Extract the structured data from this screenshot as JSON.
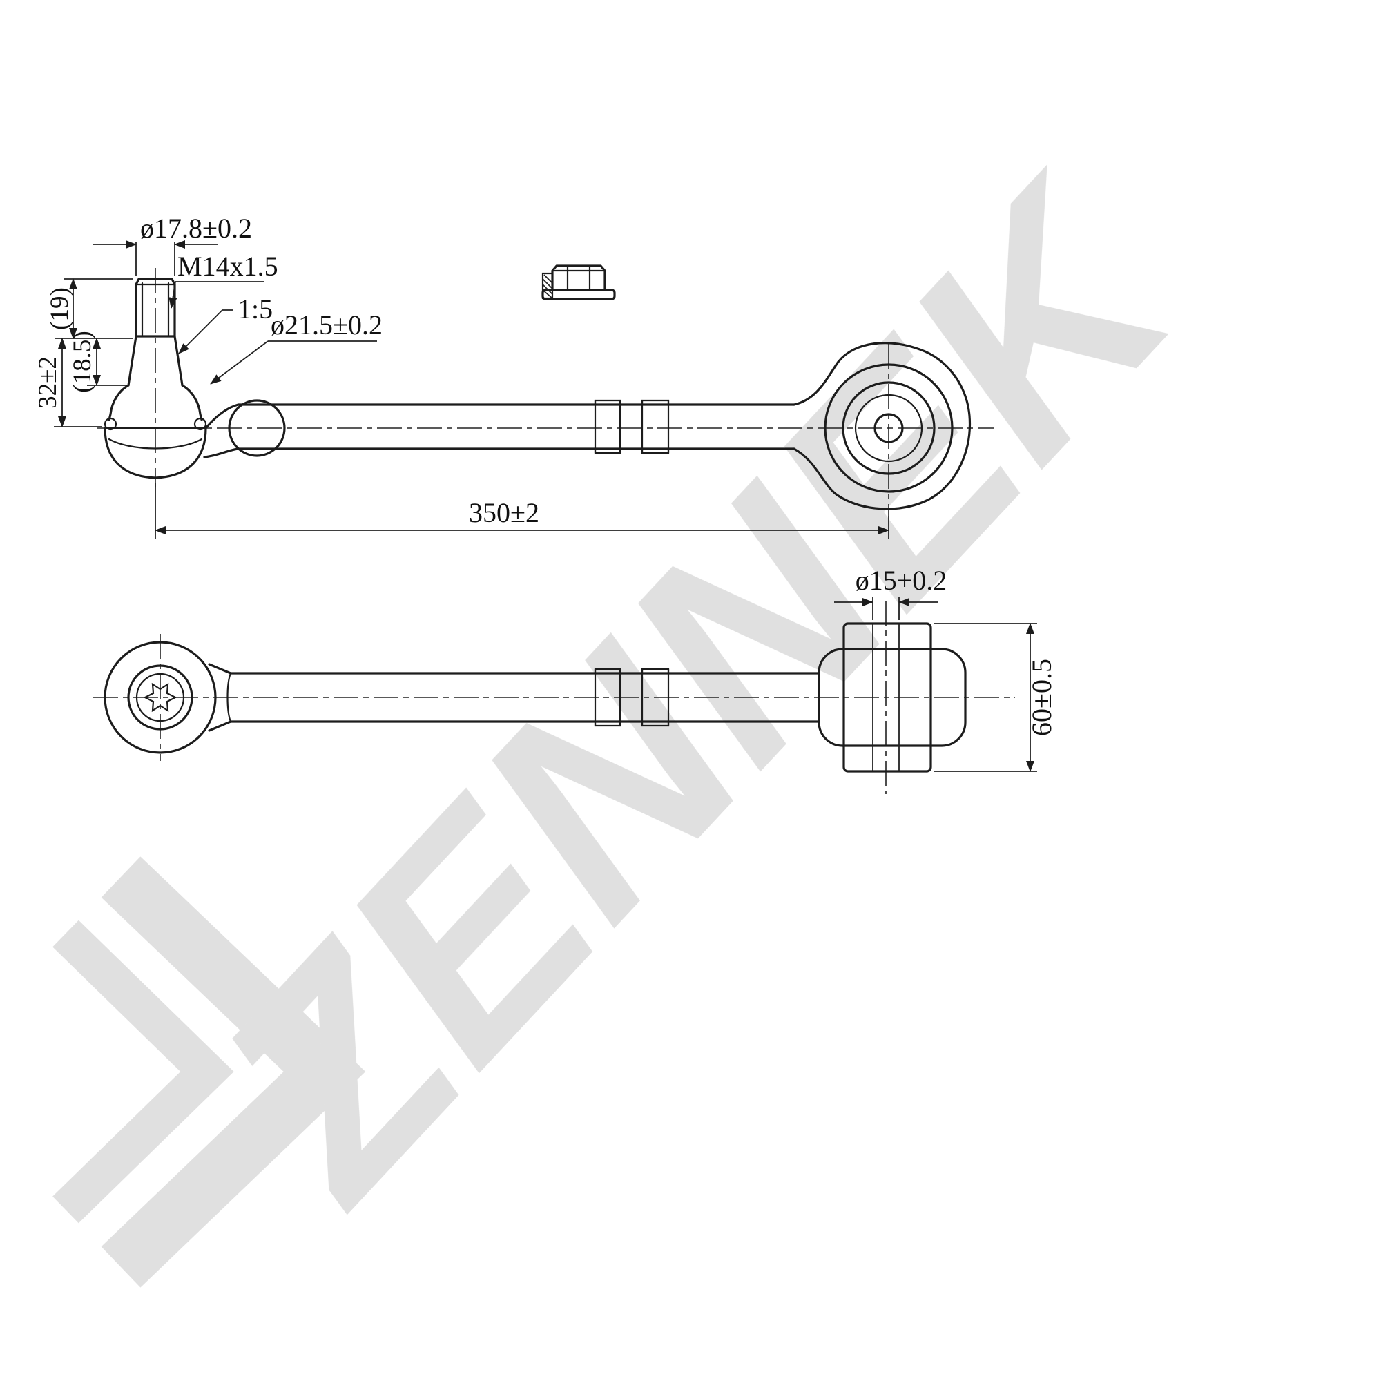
{
  "watermark": {
    "text": "ZENNEK"
  },
  "dimensions": {
    "stud_top_diameter": "ø17.8±0.2",
    "thread_spec": "M14x1.5",
    "taper_ratio": "1:5",
    "ball_diameter": "ø21.5±0.2",
    "thread_length": "(19)",
    "taper_length": "(18.5)",
    "stud_height": "32±2",
    "center_distance": "350±2",
    "bushing_bore": "ø15+0.2",
    "bushing_width": "60±0.5"
  }
}
